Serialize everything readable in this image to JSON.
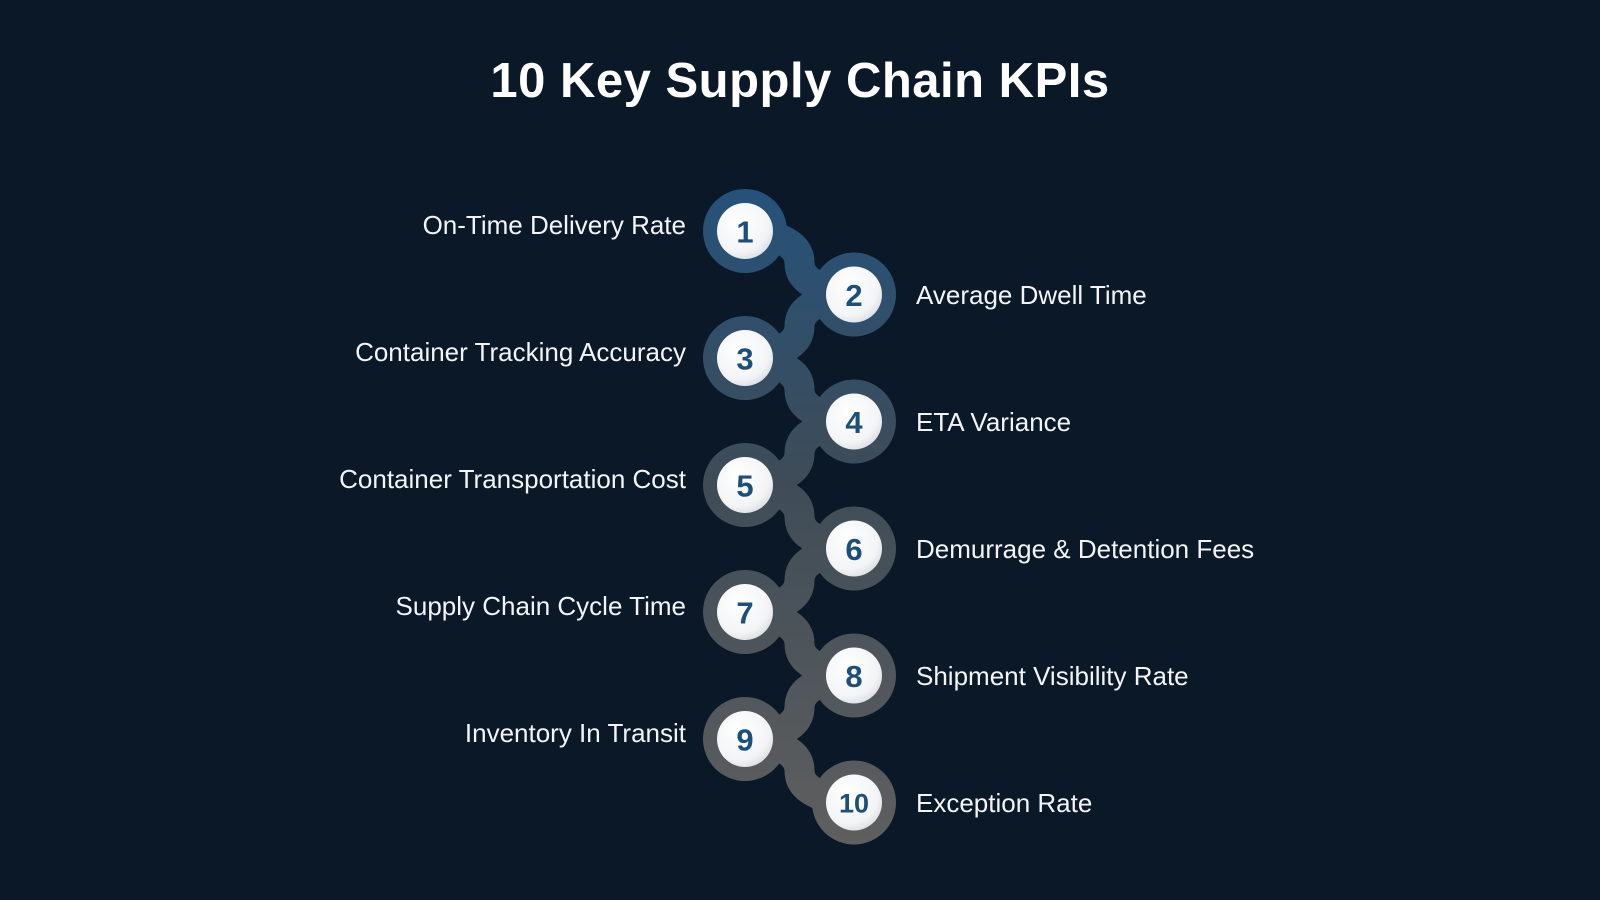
{
  "title": "10 Key Supply Chain KPIs",
  "colors": {
    "background": "#0a1827",
    "number_text": "#1c4f7a",
    "chain_top": "#2a5478",
    "chain_bottom": "#5c5c5c",
    "node_fill": "#ffffff",
    "label_text": "#f2f4f7"
  },
  "kpis": [
    {
      "number": "1",
      "label": "On-Time Delivery Rate"
    },
    {
      "number": "2",
      "label": "Average Dwell Time"
    },
    {
      "number": "3",
      "label": "Container Tracking Accuracy"
    },
    {
      "number": "4",
      "label": "ETA Variance"
    },
    {
      "number": "5",
      "label": "Container Transportation Cost"
    },
    {
      "number": "6",
      "label": "Demurrage & Detention Fees"
    },
    {
      "number": "7",
      "label": "Supply Chain Cycle Time"
    },
    {
      "number": "8",
      "label": "Shipment Visibility Rate"
    },
    {
      "number": "9",
      "label": "Inventory In Transit"
    },
    {
      "number": "10",
      "label": "Exception Rate"
    }
  ]
}
